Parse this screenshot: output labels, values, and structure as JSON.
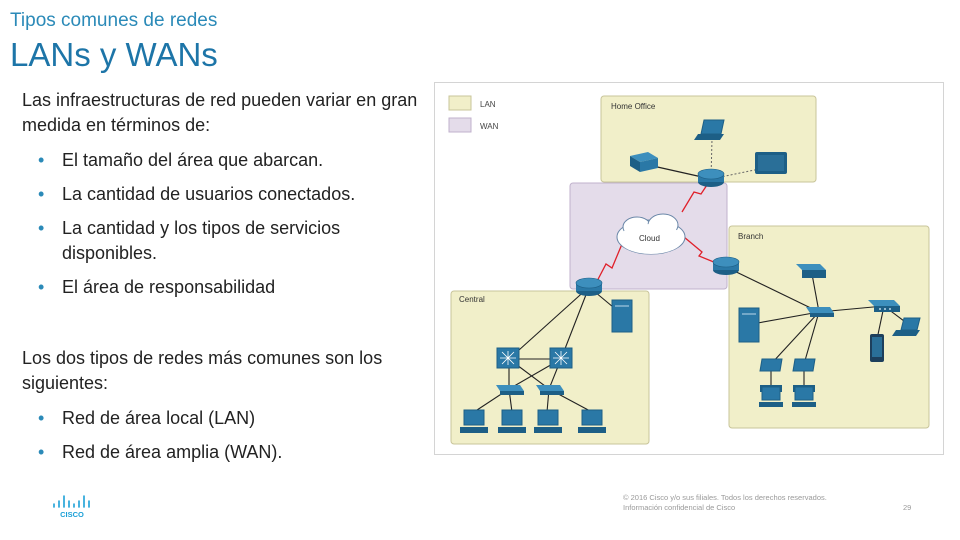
{
  "header": {
    "subtitle": "Tipos comunes de redes",
    "title": "LANs y WANs"
  },
  "intro": {
    "text": "Las infraestructuras de red pueden variar en gran medida en términos de:",
    "bullets": [
      "El tamaño del área que abarcan.",
      "La cantidad de usuarios conectados.",
      "La cantidad y los tipos de servicios disponibles.",
      "El área de responsabilidad"
    ]
  },
  "types": {
    "text": "Los dos tipos de redes más comunes son los siguientes:",
    "bullets": [
      "Red de área local (LAN)",
      "Red de área amplia (WAN)."
    ]
  },
  "diagram": {
    "legend": [
      "LAN",
      "WAN"
    ],
    "zones": {
      "home_office": "Home Office",
      "branch": "Branch",
      "central": "Central",
      "cloud": "Cloud"
    },
    "colors": {
      "lan": "#f1efc9",
      "wan": "#e4dcea",
      "device": "#2a78a6",
      "link_wan": "#e0202a"
    }
  },
  "logo": {
    "text": "CISCO"
  },
  "footer": {
    "copyright_line1": "© 2016 Cisco y/o sus filiales. Todos los derechos reservados.",
    "copyright_line2": "Información confidencial de Cisco",
    "page_number": "29"
  }
}
